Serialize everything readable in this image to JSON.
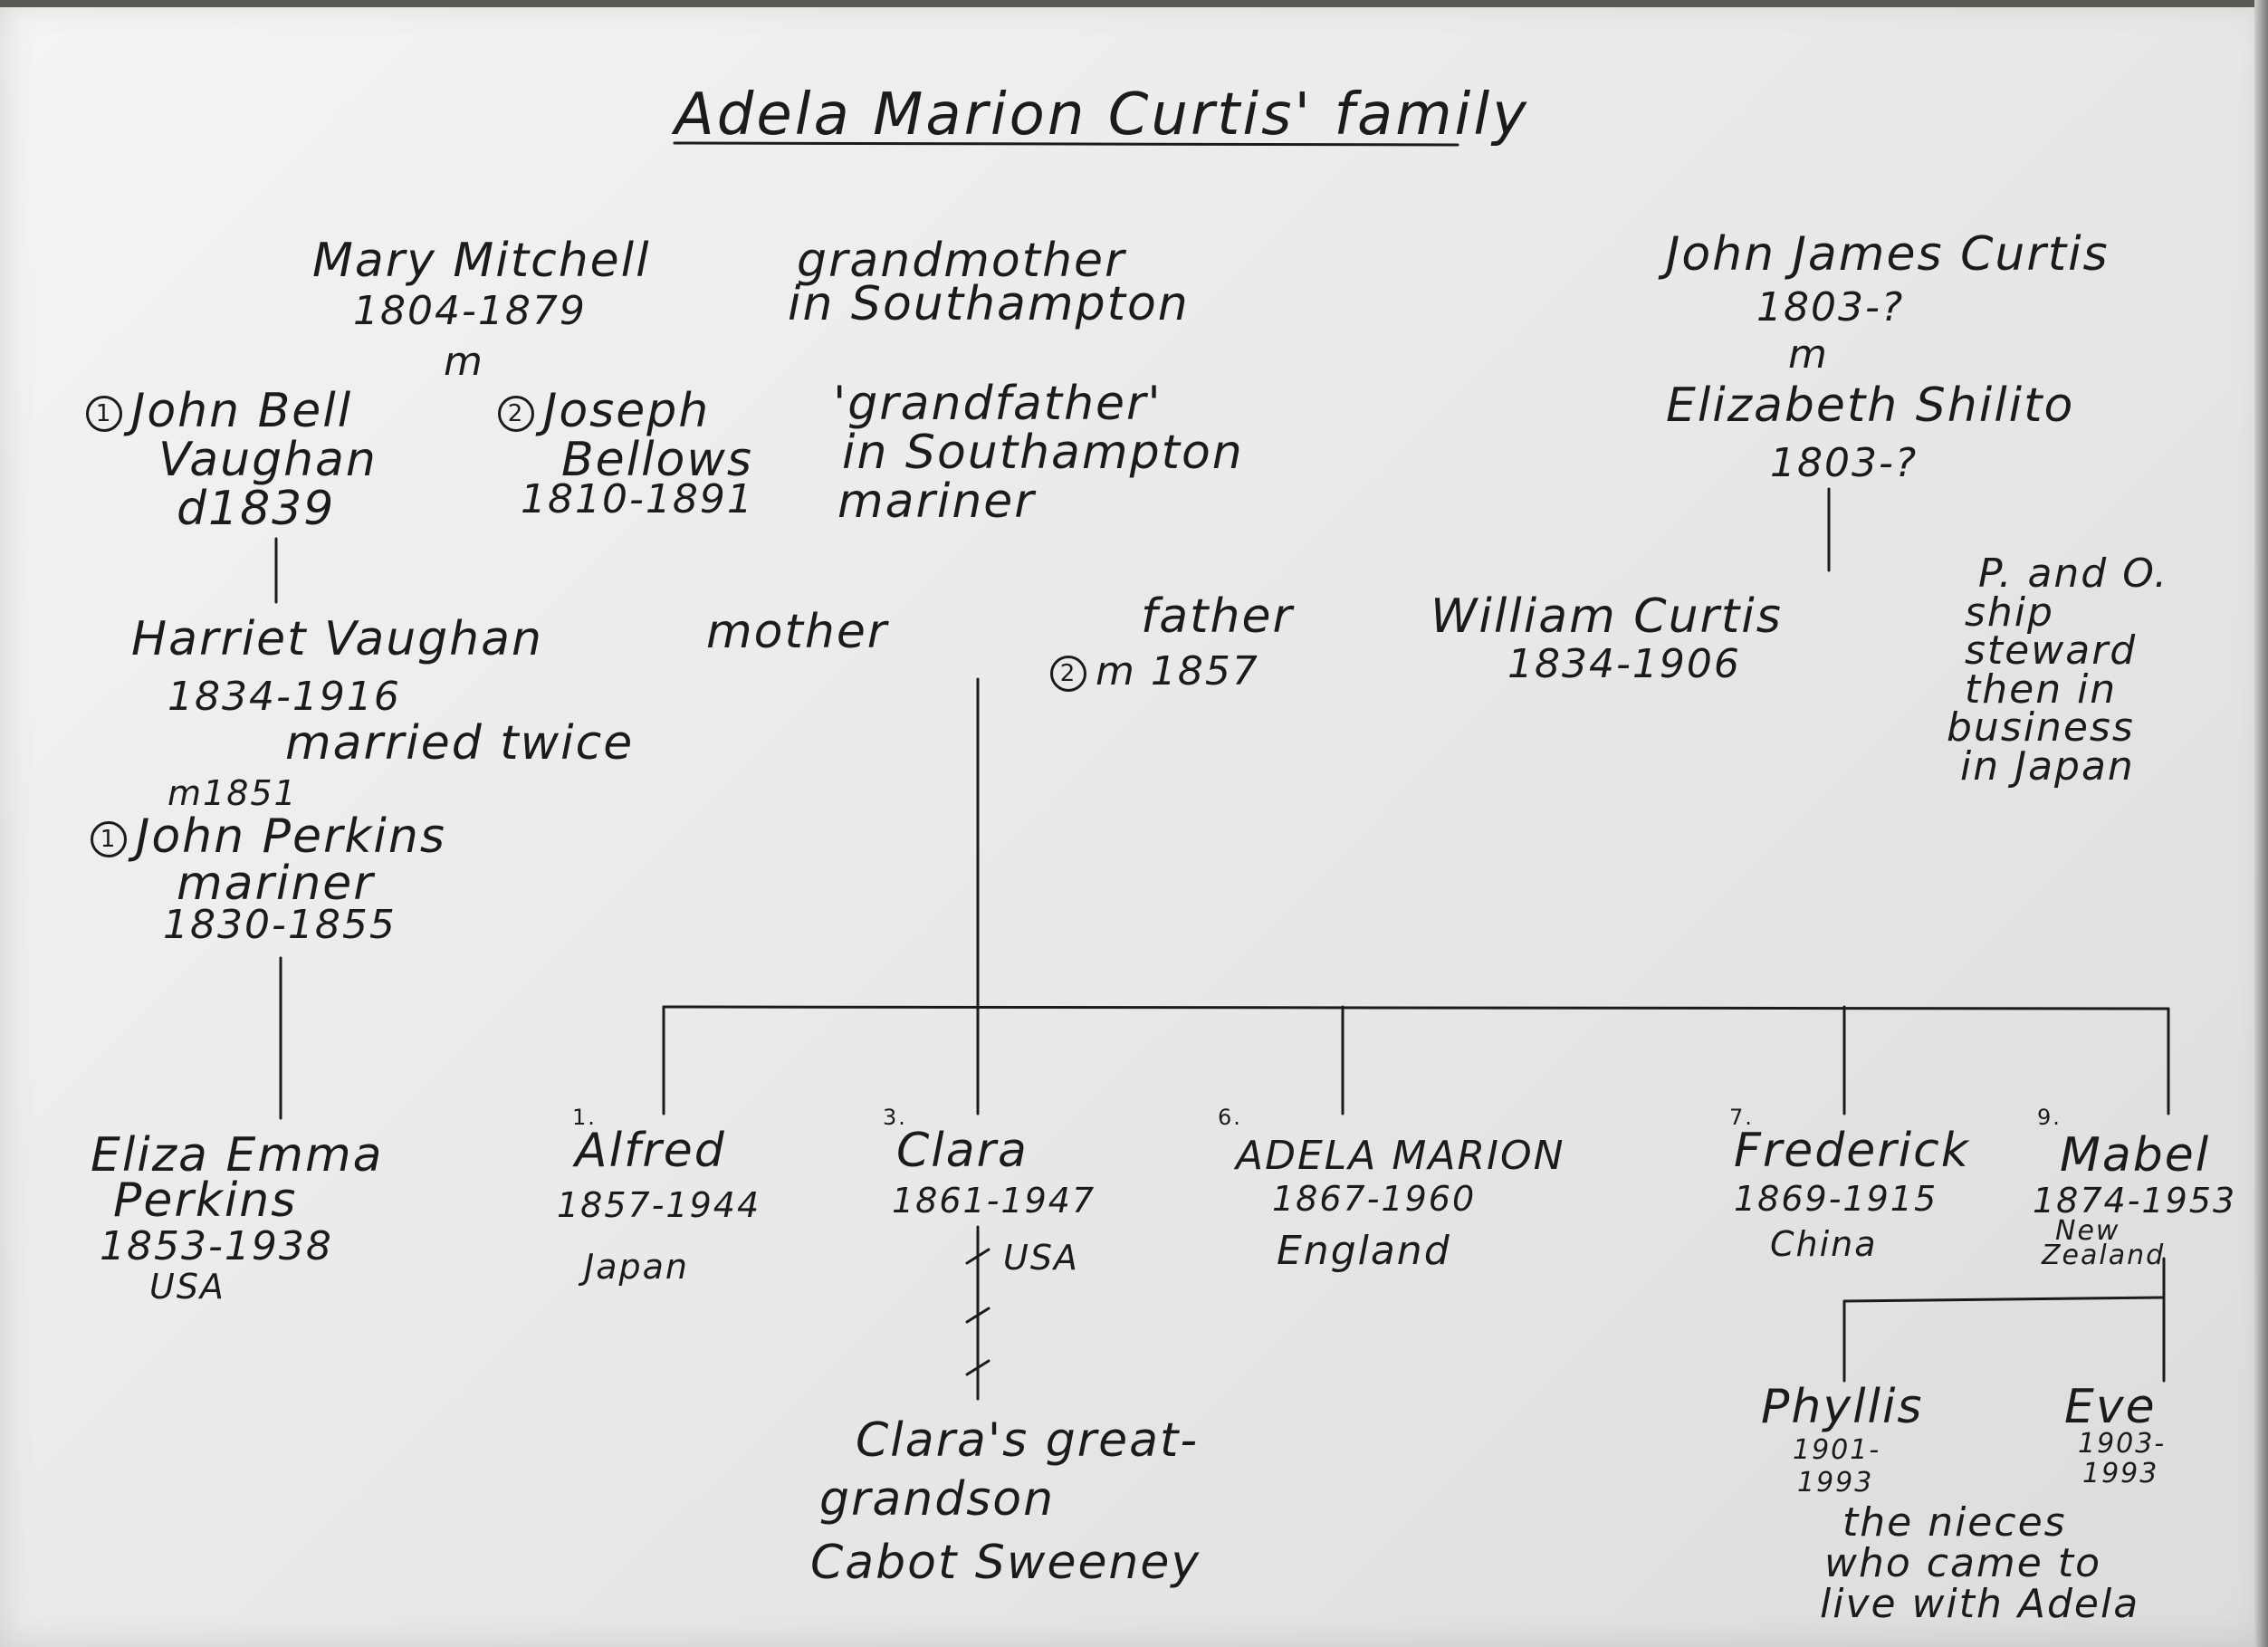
{
  "title": "Adela Marion Curtis' family",
  "left_grandparents": {
    "grandmother_name": "Mary Mitchell",
    "grandmother_role": "grandmother",
    "grandmother_dates": "1804-1879",
    "grandmother_place": "in Southampton",
    "marriage_mark": "m",
    "husband1_marker": "1",
    "husband1_name_line1": "John Bell",
    "husband1_name_line2": "Vaughan",
    "husband1_dates": "d1839",
    "husband2_marker": "2",
    "husband2_name_line1": "Joseph",
    "husband2_name_line2": "Bellows",
    "husband2_dates": "1810-1891",
    "husband2_role": "'grandfather'",
    "husband2_place": "in Southampton",
    "husband2_occupation": "mariner"
  },
  "right_grandparents": {
    "grandfather_name": "John James Curtis",
    "grandfather_dates": "1803-?",
    "marriage_mark": "m",
    "grandmother_name": "Elizabeth Shilito",
    "grandmother_dates": "1803-?"
  },
  "mother": {
    "name": "Harriet Vaughan",
    "role": "mother",
    "dates": "1834-1916",
    "note": "married twice",
    "marriage1": "m1851",
    "husband1_marker": "1",
    "husband1_name": "John Perkins",
    "husband1_occupation": "mariner",
    "husband1_dates": "1830-1855"
  },
  "father": {
    "role": "father",
    "name": "William Curtis",
    "dates": "1834-1906",
    "marriage_marker": "2",
    "marriage": "m 1857",
    "note_lines": [
      "P. and O.",
      "ship",
      "steward",
      "then in",
      "business",
      "in Japan"
    ]
  },
  "half_sister": {
    "name_line1": "Eliza Emma",
    "name_line2": "Perkins",
    "dates": "1853-1938",
    "place": "USA"
  },
  "children": [
    {
      "number": "1.",
      "name": "Alfred",
      "dates": "1857-1944",
      "place": "Japan"
    },
    {
      "number": "3.",
      "name": "Clara",
      "dates": "1861-1947",
      "place": "USA"
    },
    {
      "number": "6.",
      "name": "ADELA MARION",
      "dates": "1867-1960",
      "place": "England"
    },
    {
      "number": "7.",
      "name": "Frederick",
      "dates": "1869-1915",
      "place": "China"
    },
    {
      "number": "9.",
      "name": "Mabel",
      "dates": "1874-1953",
      "place_line1": "New",
      "place_line2": "Zealand"
    }
  ],
  "descendant": {
    "line1": "Clara's great-",
    "line2": "grandson",
    "line3": "Cabot Sweeney"
  },
  "nieces": {
    "niece1_name": "Phyllis",
    "niece1_dates_line1": "1901-",
    "niece1_dates_line2": "1993",
    "niece2_name": "Eve",
    "niece2_dates_line1": "1903-",
    "niece2_dates_line2": "1993",
    "note_lines": [
      "the nieces",
      "who came to",
      "live with Adela"
    ]
  }
}
